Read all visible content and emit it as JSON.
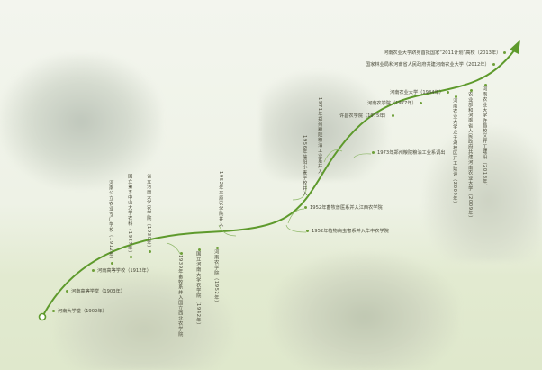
{
  "colors": {
    "curve": "#5e9a2c",
    "dot": "#6fa03a"
  },
  "events": {
    "e1902": "河南大学堂（1902年）",
    "e1903": "河南高等学堂（1903年）",
    "e1912": "河南高等学校（1912年）",
    "e1912b": "河南公立农业专门学校（1912年）",
    "e1927": "国立第五中山大学农科（1927年）",
    "e1930": "省立河南大学农学院（1930年）",
    "e1939": "1939年畜牧系并入国立西北农学院",
    "e1942": "国立河南大学农学院（1942年）",
    "e1952": "河南农学院（1952年）",
    "e1952p": "1952年平原农学院并入",
    "e1956": "1956年信阳小麦学校并入",
    "e1971": "1971年郑州粮院粮油工业系并入",
    "e1973": "1973年郑州粮院粮油工业系调出",
    "e1952x": "1952年畜牧兽医系并入江西农学院",
    "e1952h": "1952年植物病虫害系并入华中农学院",
    "e1975": "许昌农学院（1975年）",
    "e1977": "河南农学院（1977年）",
    "e1984": "河南农业大学（1984年）",
    "e2012": "国家林业局和河南省人民政府共建河南农业大学（2012年）",
    "e2013": "河南农业大学跻身首批国家“2011计划”高校（2013年）",
    "e2009a": "河南农业大学龙子湖校区开工建设（2009年）",
    "e2009b": "农业部和河南省人民政府共建河南农业大学（2009年）",
    "e2013b": "河南农业大学许昌校区开工建设（2013年）"
  }
}
